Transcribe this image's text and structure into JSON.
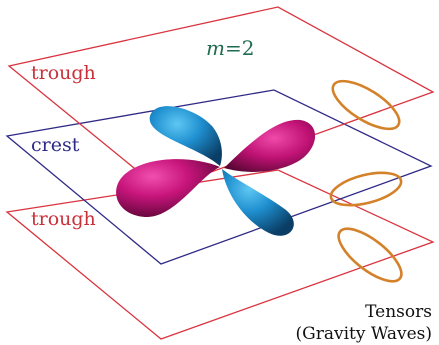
{
  "labels": {
    "mode": "m=2",
    "mode_var": "m",
    "mode_eq": "=2",
    "trough_top": "trough",
    "crest": "crest",
    "trough_bottom": "trough",
    "caption_line1": "Tensors",
    "caption_line2": "(Gravity Waves)"
  },
  "colors": {
    "trough_plane": "#d9343f",
    "crest_plane": "#2f2a86",
    "trough_text": "#c8303a",
    "crest_text": "#2f2a86",
    "mode_text": "#1f6b4f",
    "ellipse": "#d4822a",
    "lobe_magenta": "#b5106e",
    "lobe_cyan": "#1d84c2",
    "caption": "#111111"
  }
}
